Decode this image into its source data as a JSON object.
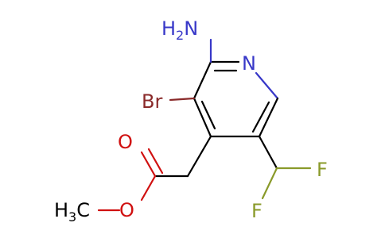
{
  "molecule": {
    "atoms": {
      "amine": {
        "main": "H",
        "sub": "2",
        "tail": "N"
      },
      "ring_nitrogen": "N",
      "bromine": "Br",
      "carbonyl_oxygen": "O",
      "ester_oxygen": "O",
      "methyl": {
        "main": "H",
        "sub": "3",
        "tail": "C"
      },
      "fluorine_top": "F",
      "fluorine_bottom": "F"
    },
    "colors": {
      "carbon": "#000000",
      "nitrogen": "#3838c8",
      "oxygen": "#d01010",
      "bromine": "#8a2a2a",
      "fluorine": "#8a9a2a"
    }
  }
}
